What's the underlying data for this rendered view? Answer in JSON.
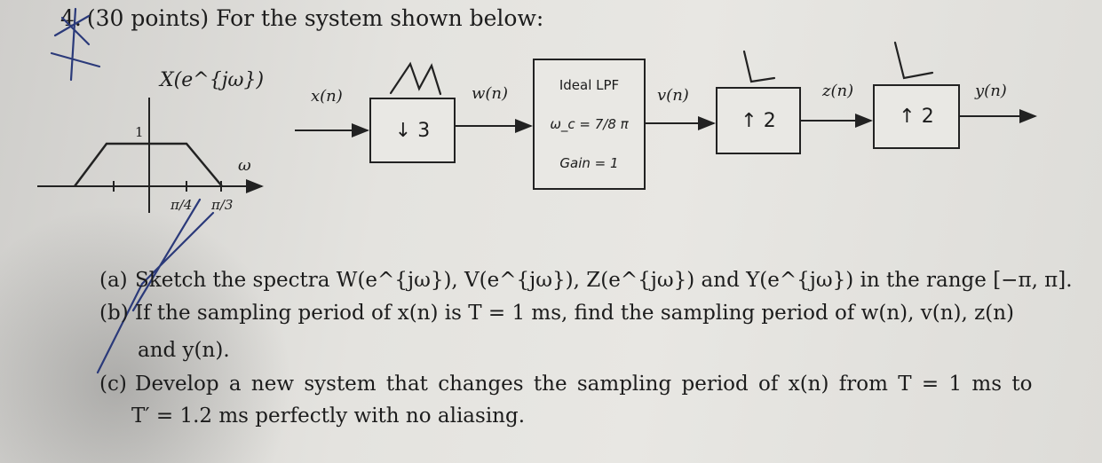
{
  "problem": {
    "number": "4.",
    "title": "(30 points) For the system shown below:"
  },
  "spectrum_plot": {
    "title": "X(e^{jω})",
    "y_tick": "1",
    "omega_label": "ω",
    "tick_a": "π/4",
    "tick_b": "π/3"
  },
  "block_diagram": {
    "signals": [
      "x(n)",
      "w(n)",
      "v(n)",
      "z(n)",
      "y(n)"
    ],
    "downsample_label": "↓ 3",
    "lpf_title": "Ideal LPF",
    "lpf_cutoff": "ω_c = 7/8 π",
    "lpf_gain": "Gain = 1",
    "upsample1_label": "↑ 2",
    "upsample2_label": "↑ 2"
  },
  "questions": {
    "a_label": "(a)",
    "a_text": "Sketch the spectra W(e^{jω}), V(e^{jω}), Z(e^{jω}) and Y(e^{jω}) in the range [−π, π].",
    "b_label": "(b)",
    "b_text": "If the sampling period of x(n) is T = 1 ms, find the sampling period of w(n), v(n), z(n)",
    "b_text2": "and y(n).",
    "c_label": "(c)",
    "c_text": "Develop a new system that changes the sampling period of x(n) from T = 1 ms to",
    "c_text2": "T′ = 1.2 ms perfectly with no aliasing."
  },
  "colors": {
    "ink": "#1c1c1c",
    "pen": "#2b3a7a"
  }
}
